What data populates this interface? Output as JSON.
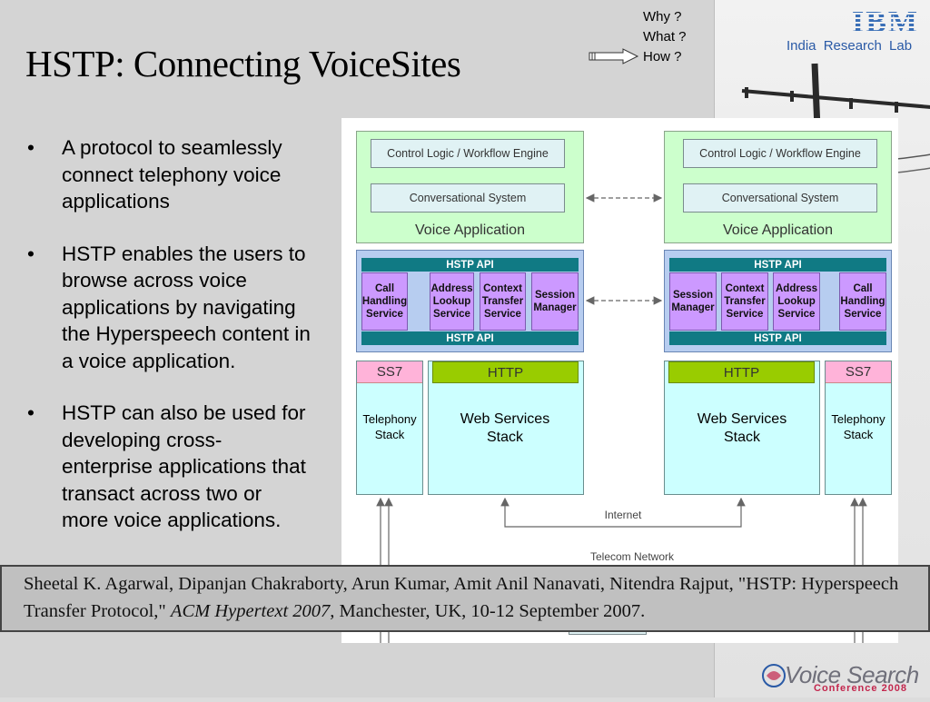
{
  "title": "HSTP: Connecting VoiceSites",
  "header_links": {
    "why": "Why ?",
    "what": "What ?",
    "how": "How ?"
  },
  "brand": {
    "ibm": "IBM",
    "lab": "India Research Lab",
    "event": "Voice Search",
    "event_sub": "Conference 2008"
  },
  "bullets": [
    "A protocol to seamlessly connect telephony voice applications",
    "HSTP enables the users to browse across voice applications by navigating the Hyperspeech content in a voice application.",
    "HSTP can also be used for developing cross-enterprise applications that transact across two or more voice applications."
  ],
  "diagram": {
    "control_logic": "Control Logic / Workflow Engine",
    "conversational": "Conversational System",
    "voice_app": "Voice Application",
    "hstp_api": "HSTP API",
    "left_modules": [
      "Call Handling Service",
      "Address Lookup Service",
      "Context Transfer Service",
      "Session Manager"
    ],
    "right_modules": [
      "Session Manager",
      "Context Transfer Service",
      "Address Lookup Service",
      "Call Handling Service"
    ],
    "ss7": "SS7",
    "http": "HTTP",
    "web_stack": "Web Services Stack",
    "telephony_stack": "Telephony Stack",
    "internet": "Internet",
    "telecom": "Telecom Network"
  },
  "citation": {
    "authors": "Sheetal K. Agarwal, Dipanjan Chakraborty, Arun Kumar, Amit Anil Nanavati, Nitendra Rajput, \"HSTP: Hyperspeech Transfer Protocol,\"",
    "venue": "ACM Hypertext 2007,",
    "place": "Manchester, UK, 10-12 September 2007."
  }
}
